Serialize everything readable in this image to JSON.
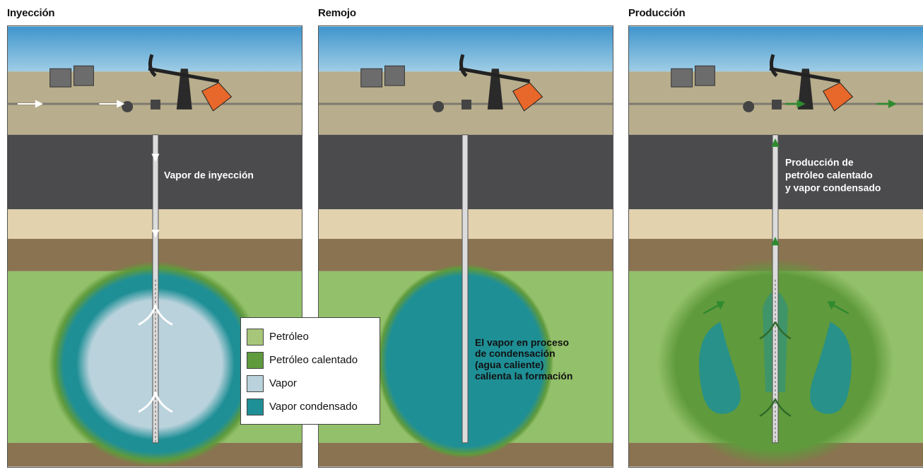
{
  "panels": [
    {
      "title": "Inyección",
      "annotation": [
        "Vapor de inyección"
      ]
    },
    {
      "title": "Remojo",
      "annotation": [
        "El vapor en proceso",
        "de condensación",
        "(agua caliente)",
        "calienta la formación"
      ]
    },
    {
      "title": "Producción",
      "annotation": [
        "Producción de",
        "petróleo calentado",
        "y vapor condensado"
      ]
    }
  ],
  "legend": [
    {
      "label": "Petróleo",
      "color": "#a7c679"
    },
    {
      "label": "Petróleo calentado",
      "color": "#5f9a3c"
    },
    {
      "label": "Vapor",
      "color": "#b9d2dc"
    },
    {
      "label": "Vapor condensado",
      "color": "#1f8f96"
    }
  ],
  "colors": {
    "sky": "#5ba8d6",
    "ground": "#b8ad8c",
    "dark_layer": "#4b4b4e",
    "sand_layer": "#e2d2ae",
    "brown_layer": "#8a7350",
    "oil": "#93c06a",
    "pump_jack_accent": "#e8672a",
    "flow_arrow": "#2f8a2f"
  }
}
